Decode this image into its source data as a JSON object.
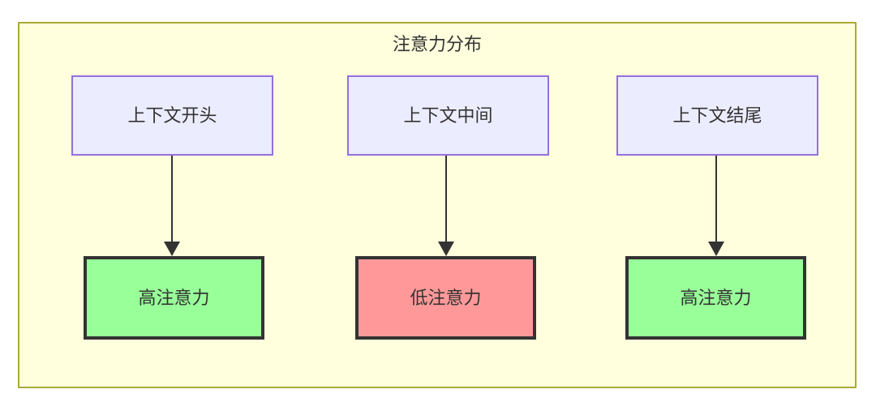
{
  "diagram": {
    "title": "注意力分布",
    "type": "flowchart",
    "colors": {
      "cluster_fill": "#ffffde",
      "cluster_border": "#aaaa33",
      "context_fill": "#ececff",
      "context_border": "#9370db",
      "high_attention_fill": "#99ff99",
      "low_attention_fill": "#ff9999",
      "node_border": "#333333",
      "edge_color": "#333333",
      "text_color": "#333333"
    },
    "columns": [
      {
        "id": "start",
        "context_label": "上下文开头",
        "attention_label": "高注意力",
        "attention_level": "high",
        "edge": "arrow-down"
      },
      {
        "id": "middle",
        "context_label": "上下文中间",
        "attention_label": "低注意力",
        "attention_level": "low",
        "edge": "arrow-down"
      },
      {
        "id": "end",
        "context_label": "上下文结尾",
        "attention_label": "高注意力",
        "attention_level": "high",
        "edge": "arrow-down"
      }
    ]
  }
}
